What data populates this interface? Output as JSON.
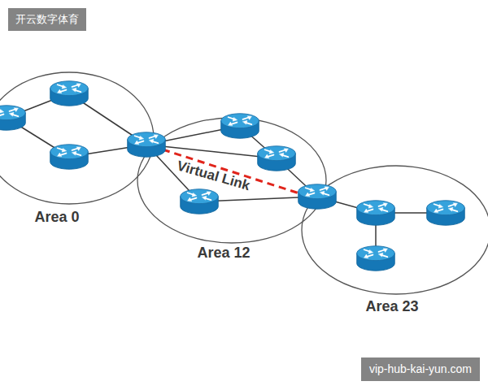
{
  "diagram": {
    "nodes": [
      {
        "text": [
          "Area 0"
        ]
      },
      {
        "text": [
          "Area 12"
        ]
      },
      {
        "text": [
          "Area 23"
        ]
      }
    ],
    "labels": [
      "Virtual Link",
      "开云数字体育",
      "vip-hub-kai-yun.com"
    ]
  }
}
